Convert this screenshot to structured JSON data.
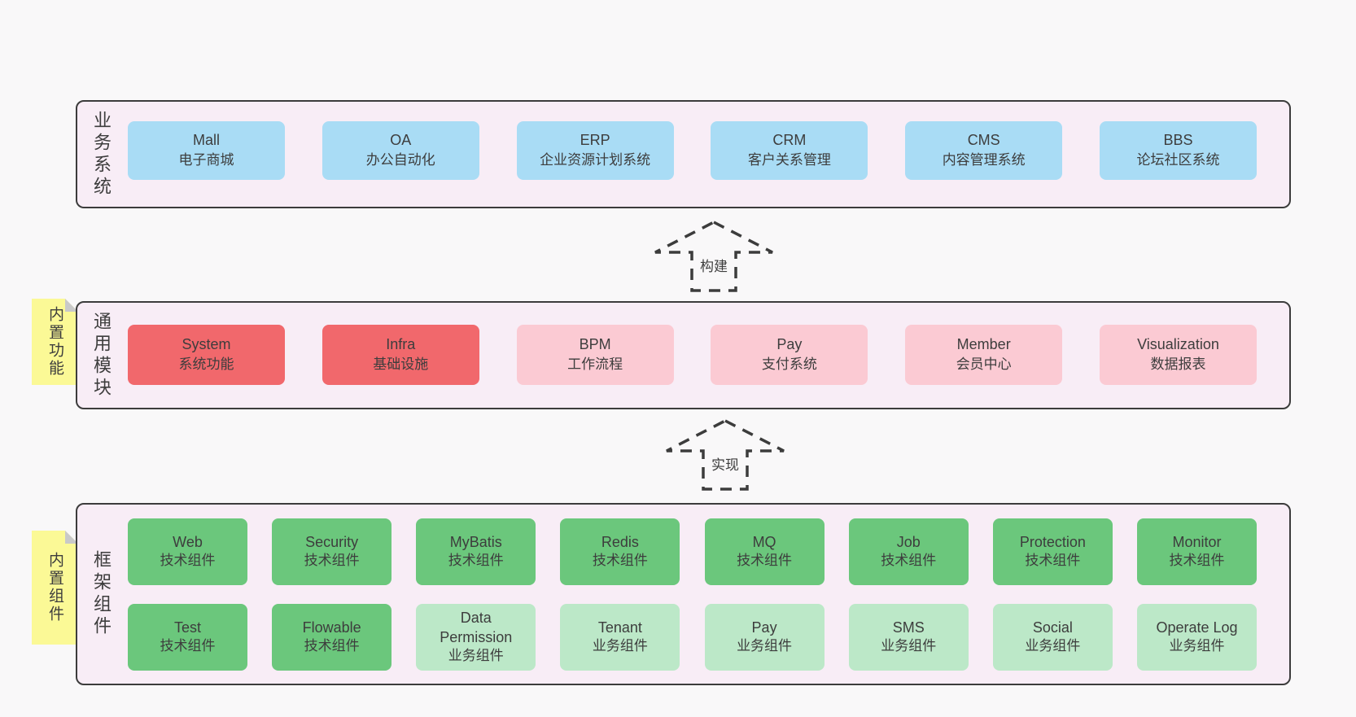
{
  "colors": {
    "page_bg": "#f9f8f9",
    "panel_bg": "#f8edf6",
    "panel_border": "#3c3c3c",
    "blue": "#a9dcf5",
    "red": "#f1686c",
    "pink": "#fbcad3",
    "green": "#6bc77c",
    "light_green": "#bce8c8",
    "yellow_tab": "#fbf996",
    "fold_gray": "#c9c9c9",
    "text": "#3d3d3d"
  },
  "arrows": {
    "build": "构建",
    "implement": "实现"
  },
  "layers": {
    "business": {
      "label": "业务系统",
      "boxes": [
        {
          "title": "Mall",
          "subtitle": "电子商城",
          "variant": "blue"
        },
        {
          "title": "OA",
          "subtitle": "办公自动化",
          "variant": "blue"
        },
        {
          "title": "ERP",
          "subtitle": "企业资源计划系统",
          "variant": "blue"
        },
        {
          "title": "CRM",
          "subtitle": "客户关系管理",
          "variant": "blue"
        },
        {
          "title": "CMS",
          "subtitle": "内容管理系统",
          "variant": "blue"
        },
        {
          "title": "BBS",
          "subtitle": "论坛社区系统",
          "variant": "blue"
        }
      ]
    },
    "modules": {
      "label": "通用模块",
      "tab": "内置功能",
      "boxes": [
        {
          "title": "System",
          "subtitle": "系统功能",
          "variant": "red"
        },
        {
          "title": "Infra",
          "subtitle": "基础设施",
          "variant": "red"
        },
        {
          "title": "BPM",
          "subtitle": "工作流程",
          "variant": "pink"
        },
        {
          "title": "Pay",
          "subtitle": "支付系统",
          "variant": "pink"
        },
        {
          "title": "Member",
          "subtitle": "会员中心",
          "variant": "pink"
        },
        {
          "title": "Visualization",
          "subtitle": "数据报表",
          "variant": "pink"
        }
      ]
    },
    "components": {
      "label": "框架组件",
      "tab": "内置组件",
      "row1": [
        {
          "title": "Web",
          "subtitle": "技术组件",
          "variant": "green"
        },
        {
          "title": "Security",
          "subtitle": "技术组件",
          "variant": "green"
        },
        {
          "title": "MyBatis",
          "subtitle": "技术组件",
          "variant": "green"
        },
        {
          "title": "Redis",
          "subtitle": "技术组件",
          "variant": "green"
        },
        {
          "title": "MQ",
          "subtitle": "技术组件",
          "variant": "green"
        },
        {
          "title": "Job",
          "subtitle": "技术组件",
          "variant": "green"
        },
        {
          "title": "Protection",
          "subtitle": "技术组件",
          "variant": "green"
        },
        {
          "title": "Monitor",
          "subtitle": "技术组件",
          "variant": "green"
        }
      ],
      "row2": [
        {
          "title": "Test",
          "subtitle": "技术组件",
          "variant": "green"
        },
        {
          "title": "Flowable",
          "subtitle": "技术组件",
          "variant": "green"
        },
        {
          "title": "Data Permission",
          "subtitle": "业务组件",
          "variant": "light-green"
        },
        {
          "title": "Tenant",
          "subtitle": "业务组件",
          "variant": "light-green"
        },
        {
          "title": "Pay",
          "subtitle": "业务组件",
          "variant": "light-green"
        },
        {
          "title": "SMS",
          "subtitle": "业务组件",
          "variant": "light-green"
        },
        {
          "title": "Social",
          "subtitle": "业务组件",
          "variant": "light-green"
        },
        {
          "title": "Operate Log",
          "subtitle": "业务组件",
          "variant": "light-green"
        }
      ]
    }
  }
}
